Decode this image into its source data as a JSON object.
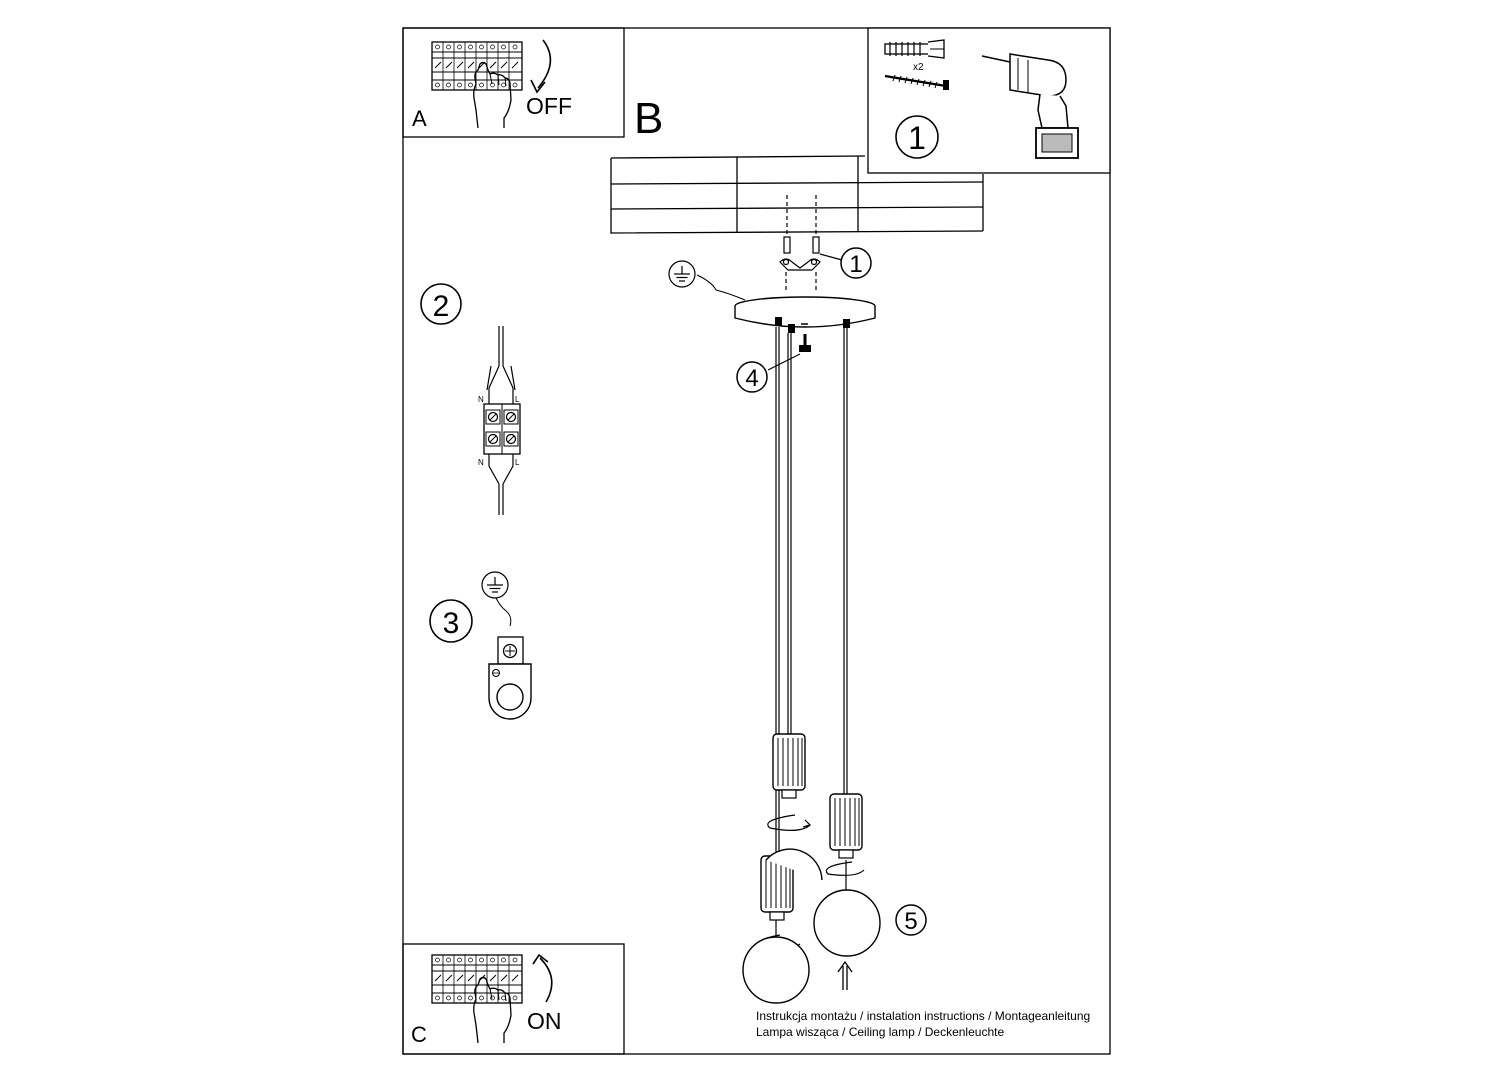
{
  "panels": {
    "a": {
      "letter": "A",
      "caption": "OFF"
    },
    "b": {
      "letter": "B"
    },
    "c": {
      "letter": "C",
      "caption": "ON"
    }
  },
  "tools": {
    "quantity": "x2"
  },
  "steps": [
    "1",
    "1",
    "2",
    "3",
    "4",
    "5"
  ],
  "terminal_labels": {
    "neutral": "N",
    "live": "L"
  },
  "footer": {
    "line1": "Instrukcja montażu / instalation instructions / Montageanleitung",
    "line2": "Lampa wisząca / Ceiling lamp / Deckenleuchte"
  }
}
